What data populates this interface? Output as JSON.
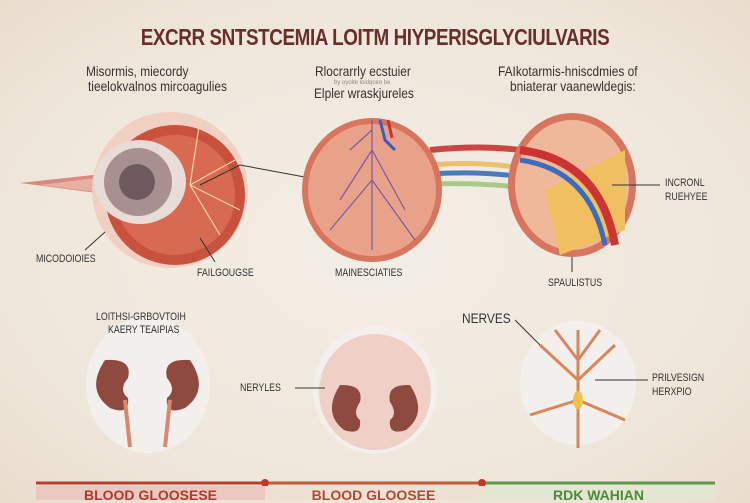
{
  "title": "EXCRR SNTSTCEMIA LOITM HIYPERISGLYCIULVARIS",
  "panels": {
    "left": {
      "heading_1": "Misormis, miecordy",
      "heading_2": "tieelokvalnos mircoagulies",
      "label_a": "MICODOIOIES",
      "label_b": "FAILGOUGSE"
    },
    "middle": {
      "heading_1": "Rlocrarrly ecstuier",
      "fine_print": "by oyoite loidqceo be",
      "heading_2": "Elpler wraskjureles",
      "label_a": "MAINESCIATIES"
    },
    "right": {
      "heading_1": "FAIkotarmis-hniscdmies of",
      "heading_2": "bniaterar vaanewldegis:",
      "label_a": "INCRONL",
      "label_b": "RUEHYEE",
      "label_c": "SPAULISTUS"
    }
  },
  "lower": {
    "kidney_label_1": "LOITHSI-GRBOVTOIH",
    "kidney_label_2": "KAERY TEAIPIAS",
    "nerves_heading": "NERVES",
    "middle_label": "NERYLES",
    "right_label_1": "PRILVESIGN",
    "right_label_2": "HERXPIO"
  },
  "footer": {
    "items": [
      {
        "label": "BLOOD GLOOSESE",
        "color": "#c0392b"
      },
      {
        "label": "BLOOD GLOOSEE",
        "color": "#b5452e"
      },
      {
        "label": "RDK WAHIAN",
        "color": "#4e8a3a"
      }
    ]
  }
}
